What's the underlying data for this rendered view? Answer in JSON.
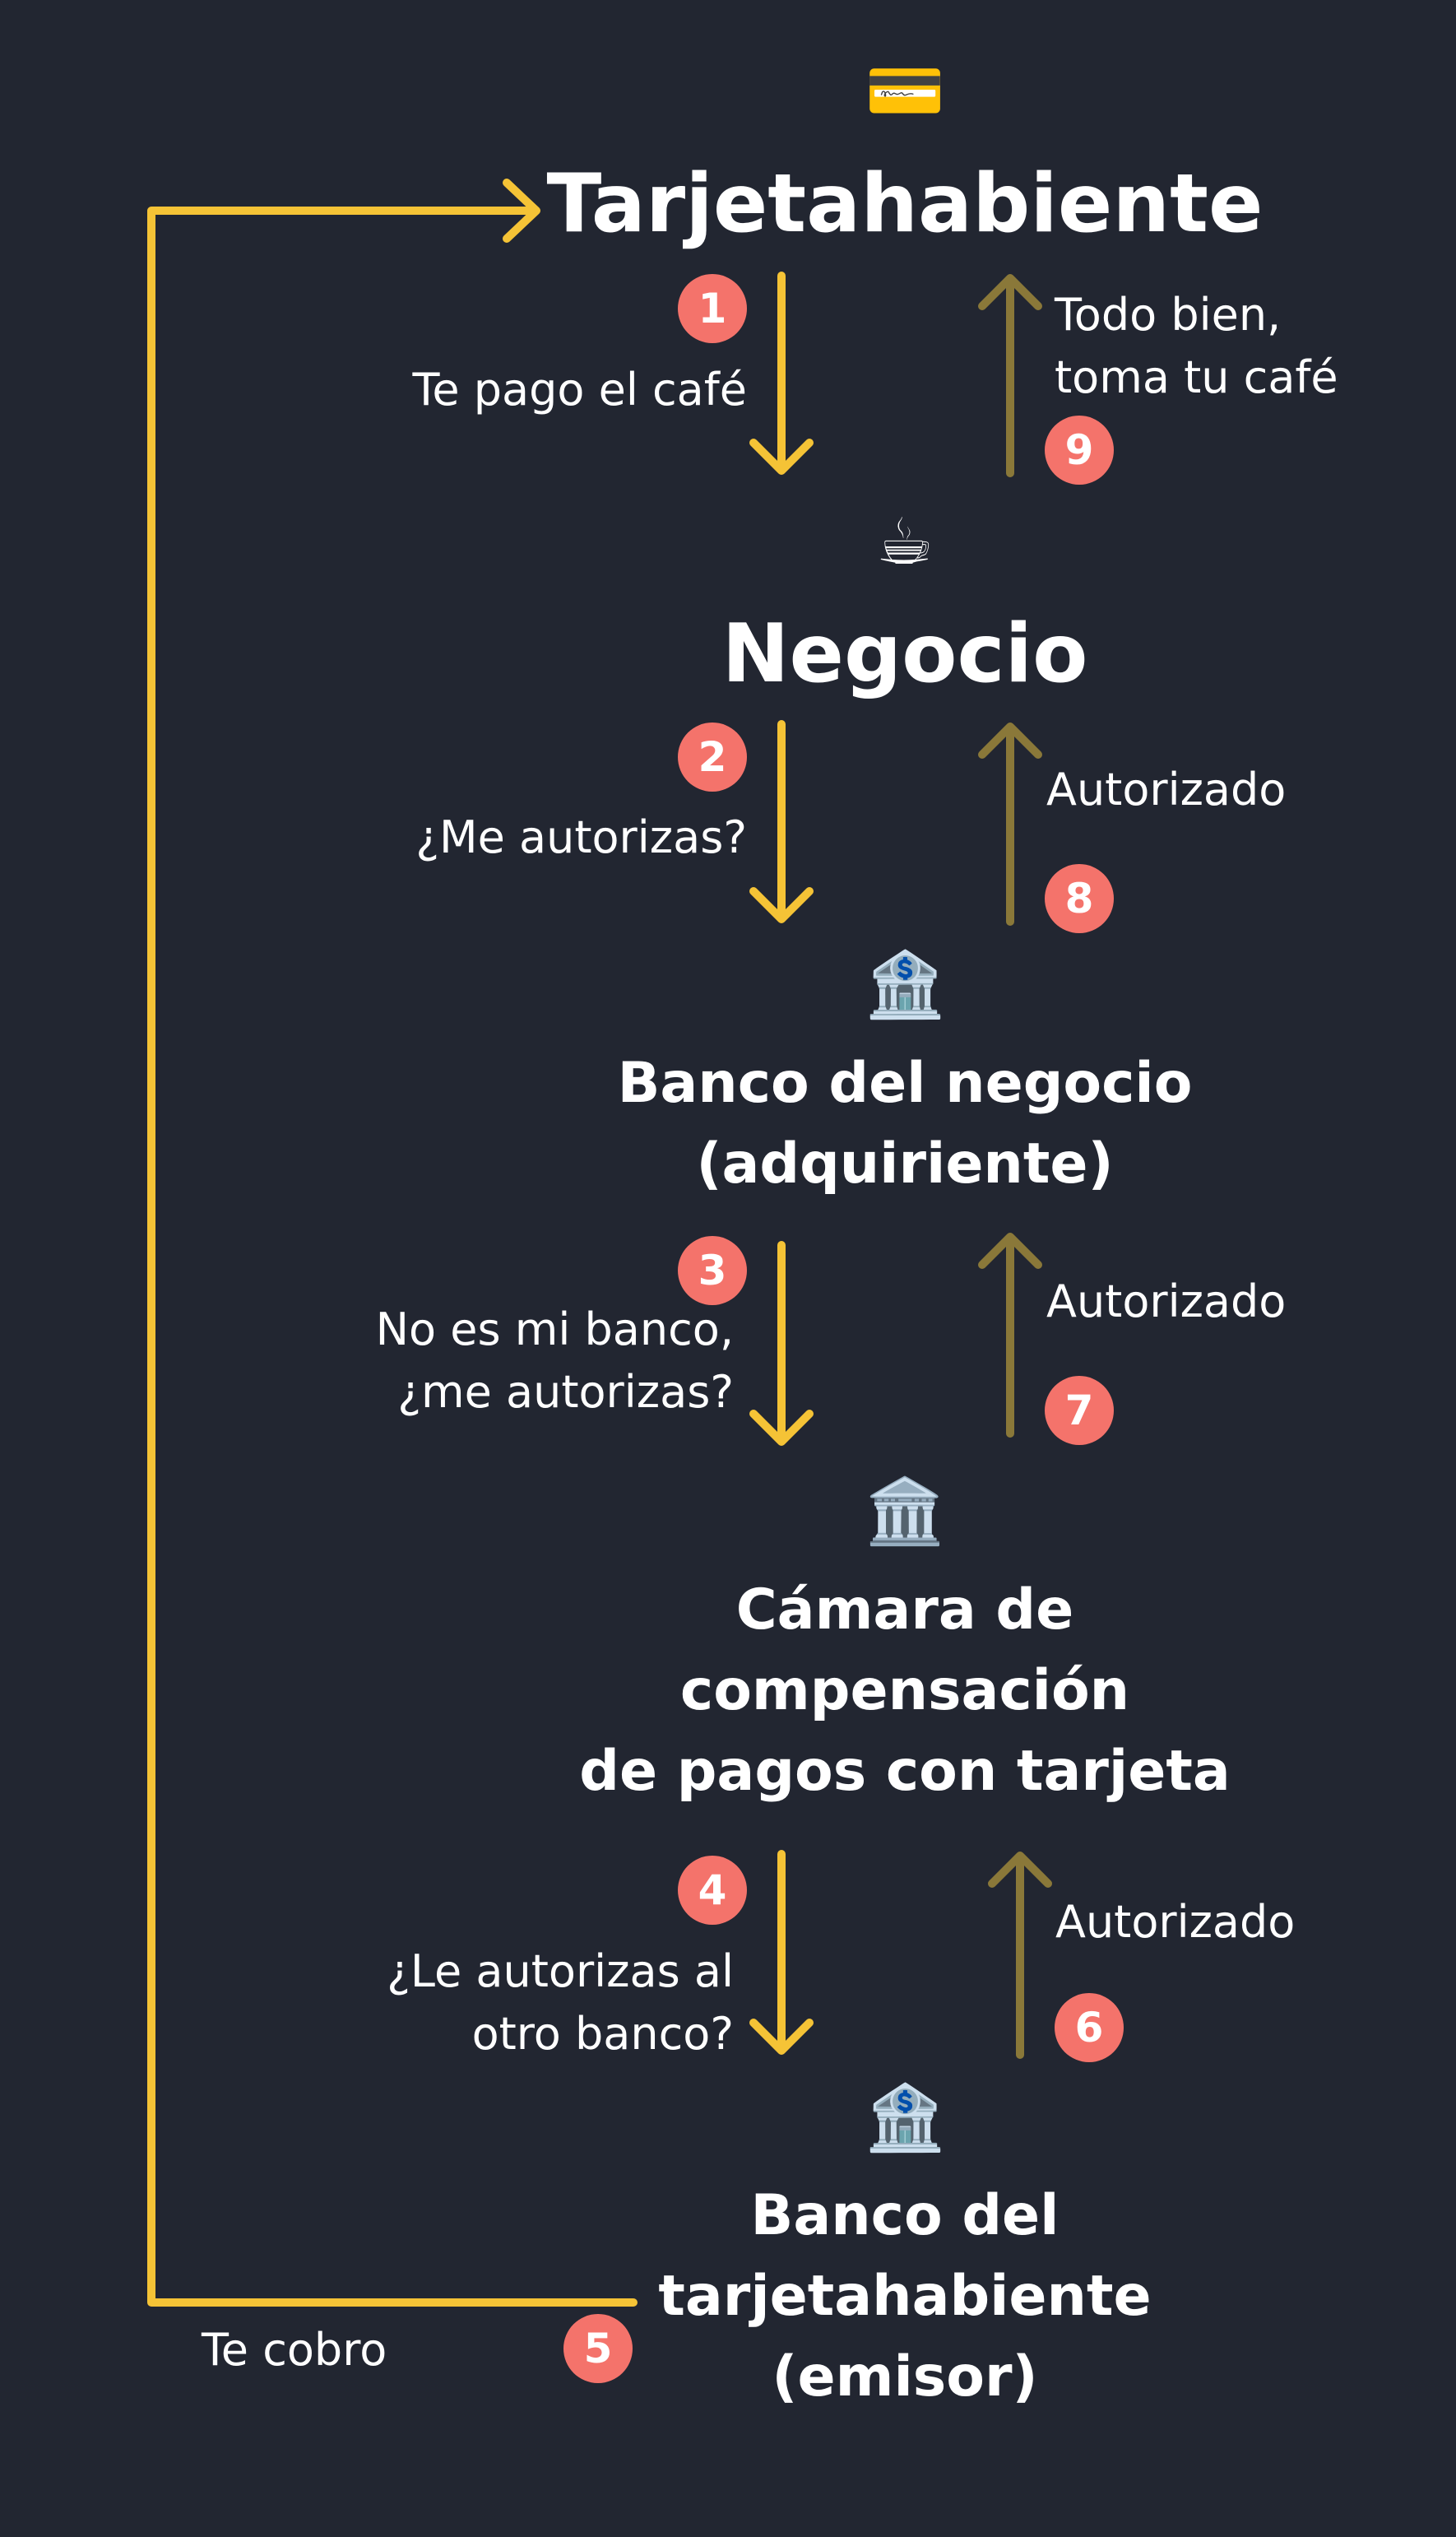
{
  "colors": {
    "background": "#222631",
    "down_arrow": "#f5c336",
    "up_arrow": "#8a7839",
    "badge": "#f4736b",
    "text": "#ffffff"
  },
  "nodes": {
    "cardholder": {
      "icon": "credit-card-icon",
      "glyph": "💳",
      "title": "Tarjetahabiente"
    },
    "merchant": {
      "icon": "coffee-icon",
      "glyph": "☕",
      "title": "Negocio"
    },
    "acquirer": {
      "icon": "bank-icon",
      "glyph": "🏦",
      "lines": [
        "Banco del negocio",
        "(adquiriente)"
      ]
    },
    "network": {
      "icon": "classical-building-icon",
      "glyph": "🏛️",
      "lines": [
        "Cámara de",
        "compensación",
        "de pagos con tarjeta"
      ]
    },
    "issuer": {
      "icon": "bank-icon",
      "glyph": "🏦",
      "lines": [
        "Banco del",
        "tarjetahabiente",
        "(emisor)"
      ]
    }
  },
  "steps": [
    {
      "n": "1",
      "lines": [
        "Te pago el café"
      ]
    },
    {
      "n": "2",
      "lines": [
        "¿Me autorizas?"
      ]
    },
    {
      "n": "3",
      "lines": [
        "No es mi banco,",
        "¿me autorizas?"
      ]
    },
    {
      "n": "4",
      "lines": [
        "¿Le autorizas al",
        "otro banco?"
      ]
    },
    {
      "n": "5",
      "lines": [
        "Te cobro"
      ]
    },
    {
      "n": "6",
      "lines": [
        "Autorizado"
      ]
    },
    {
      "n": "7",
      "lines": [
        "Autorizado"
      ]
    },
    {
      "n": "8",
      "lines": [
        "Autorizado"
      ]
    },
    {
      "n": "9",
      "lines": [
        "Todo bien,",
        "toma tu café"
      ]
    }
  ]
}
